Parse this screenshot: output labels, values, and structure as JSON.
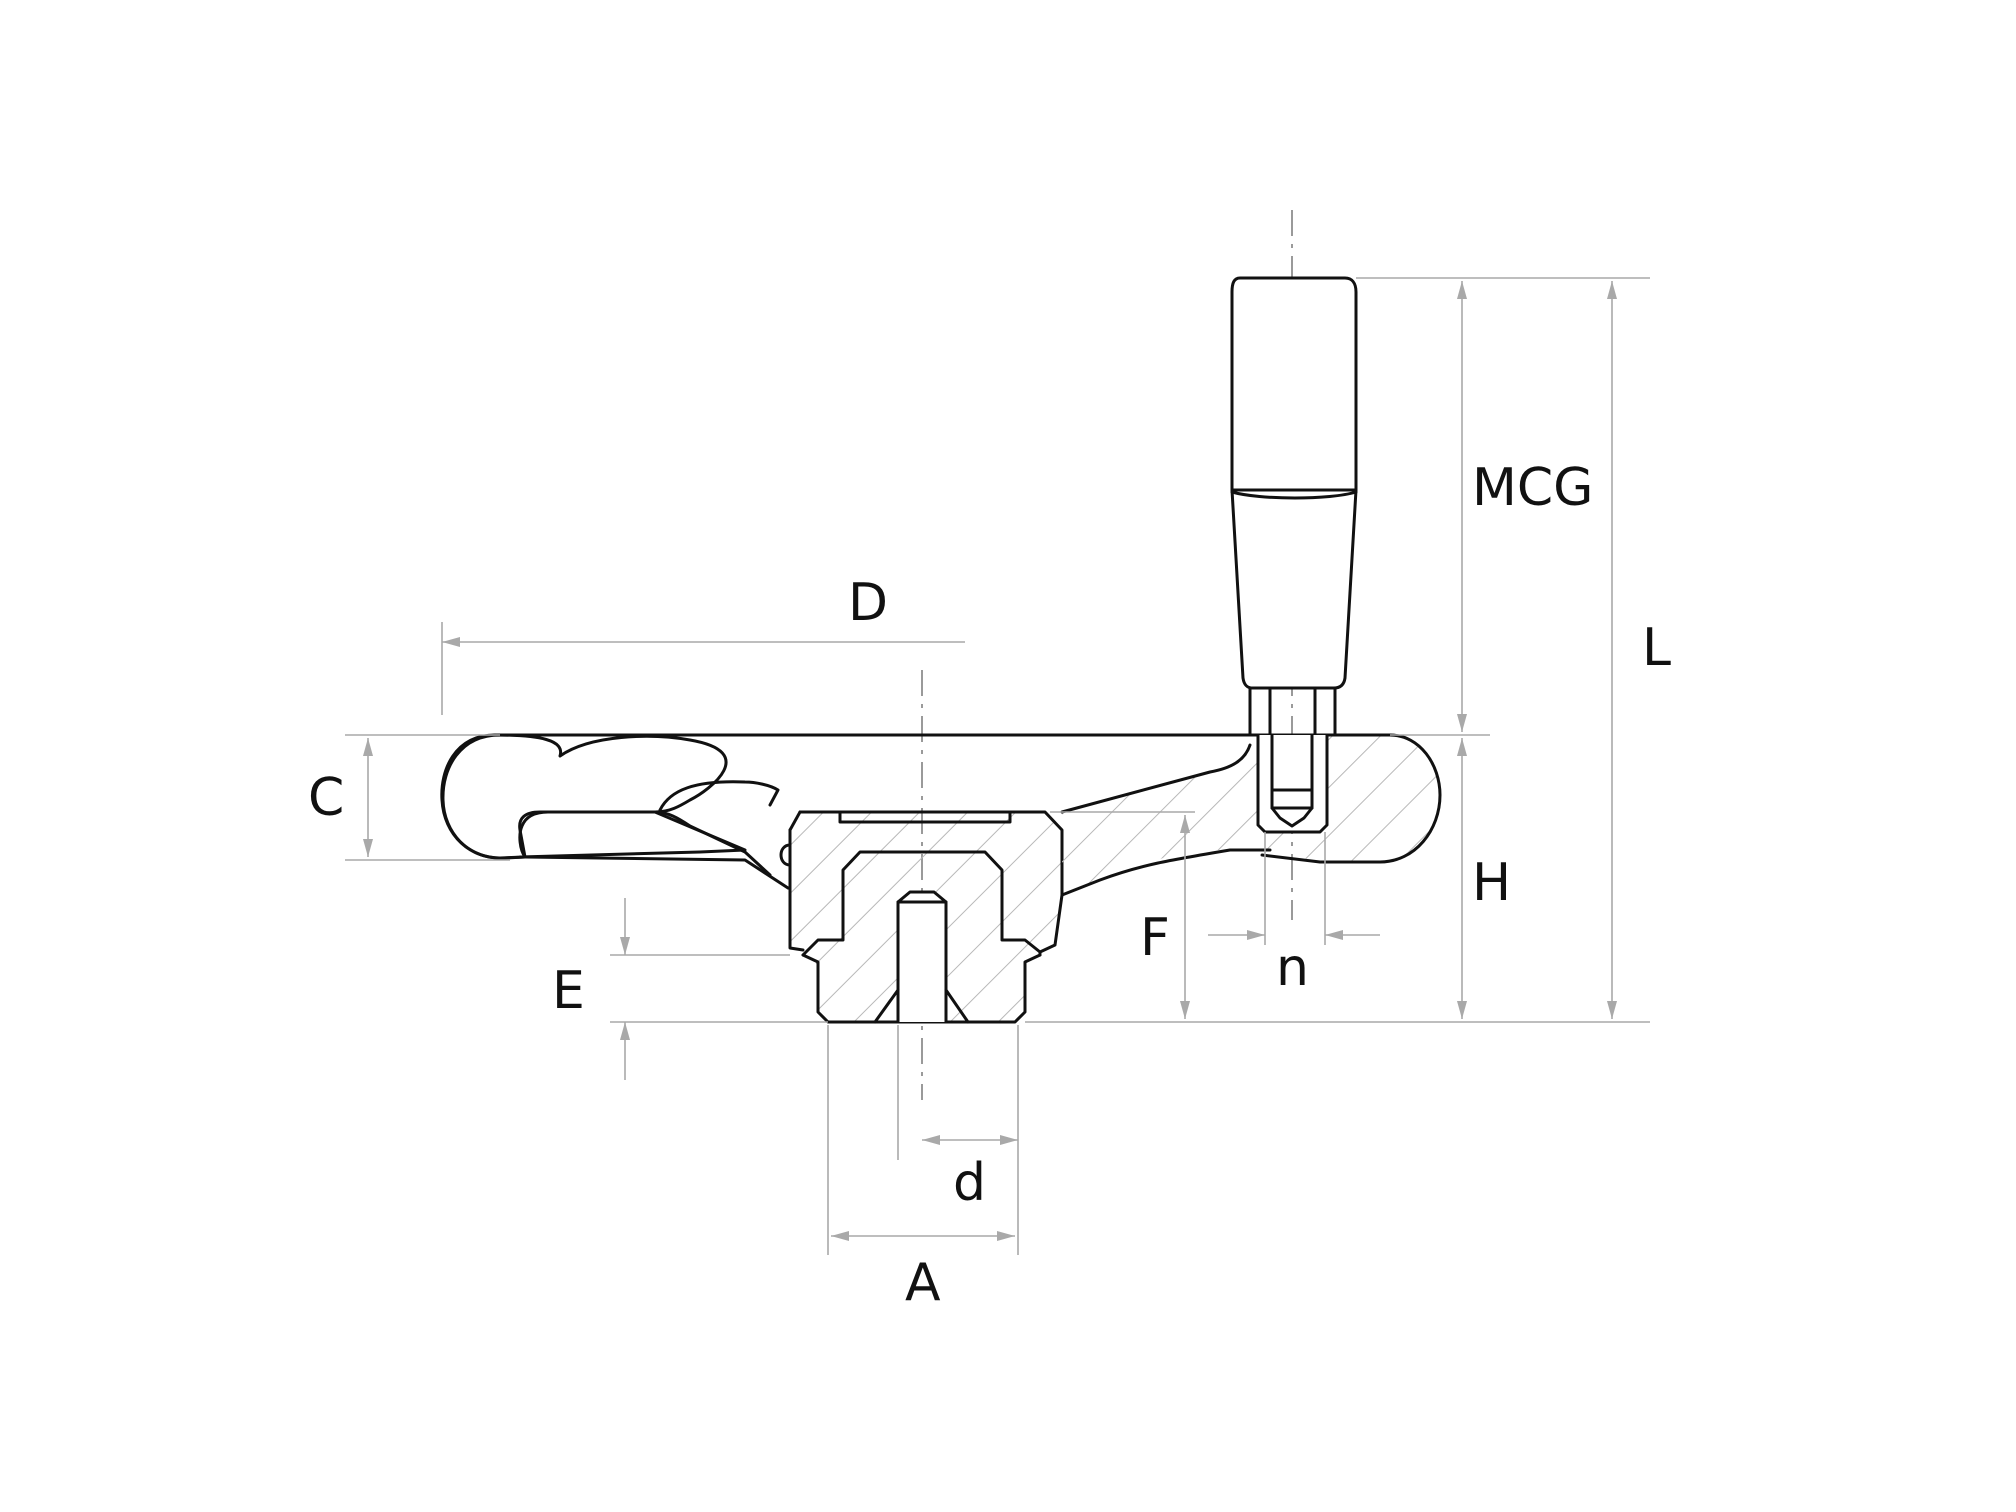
{
  "drawing": {
    "labels": {
      "D": "D",
      "C": "C",
      "E": "E",
      "F": "F",
      "n": "n",
      "H": "H",
      "MCG": "MCG",
      "L": "L",
      "d": "d",
      "A": "A"
    },
    "colors": {
      "outline": "#111111",
      "dimension": "#a9a9a9",
      "hatch": "#b8b8b8",
      "background": "#ffffff"
    }
  }
}
